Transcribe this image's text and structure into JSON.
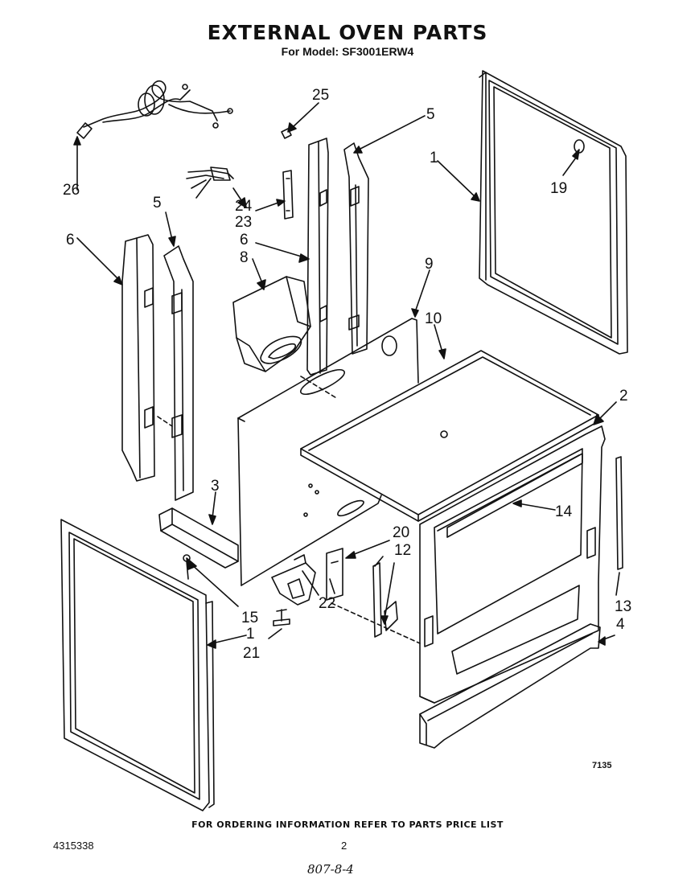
{
  "header": {
    "title": "EXTERNAL OVEN PARTS",
    "subtitle": "For Model: SF3001ERW4"
  },
  "figure_number": "7135",
  "callouts": {
    "c1a": "1",
    "c1b": "1",
    "c2": "2",
    "c3": "3",
    "c4": "4",
    "c5a": "5",
    "c5b": "5",
    "c6a": "6",
    "c6b": "6",
    "c8": "8",
    "c9": "9",
    "c10": "10",
    "c12": "12",
    "c13": "13",
    "c14": "14",
    "c15": "15",
    "c19": "19",
    "c20": "20",
    "c21": "21",
    "c22": "22",
    "c23": "23",
    "c24": "24",
    "c25": "25",
    "c26": "26"
  },
  "footer": {
    "ordering_note": "FOR ORDERING INFORMATION REFER TO PARTS PRICE LIST",
    "part_number": "4315338",
    "page": "2",
    "handwritten": "807-8-4"
  }
}
